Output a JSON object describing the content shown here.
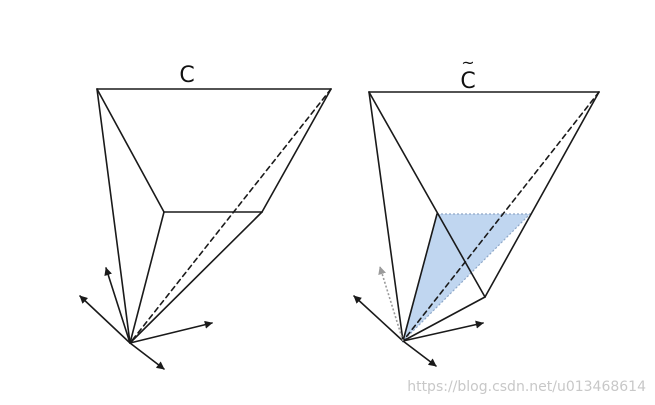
{
  "labels": {
    "left": "C",
    "right_tilde": "~",
    "right": "C"
  },
  "watermark": "https://blog.csdn.net/u013468614",
  "colors": {
    "line": "#1a1a1a",
    "fill": "#b9d2ee",
    "fill_edge": "#8fa8c8",
    "dotted_arrow": "#9a9a9a",
    "watermark": "#c8c8c8"
  }
}
